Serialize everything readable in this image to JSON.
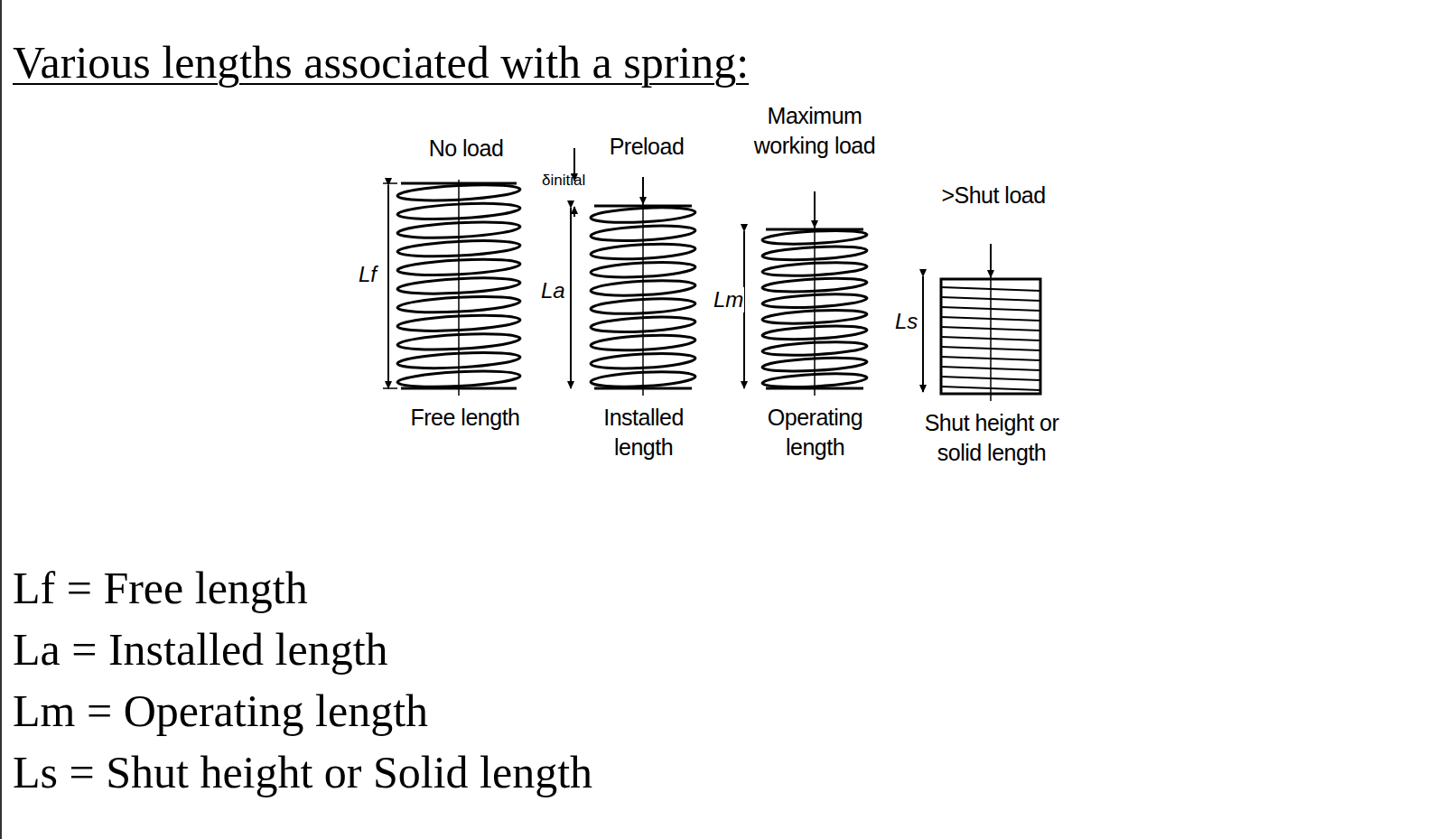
{
  "diagram": {
    "title": "Various lengths associated with a spring:",
    "labels": [
      "No load",
      "Preload",
      "Maximum working load",
      ">Shut load",
      "Lf",
      "La",
      "Lm",
      "Ls",
      "δinitial",
      "Free length",
      "Installed length",
      "Operating length",
      "Shut height or solid length",
      "Lf = Free length",
      "La = Installed length",
      "Lm = Operating length",
      "Ls = Shut height or Solid length"
    ]
  }
}
